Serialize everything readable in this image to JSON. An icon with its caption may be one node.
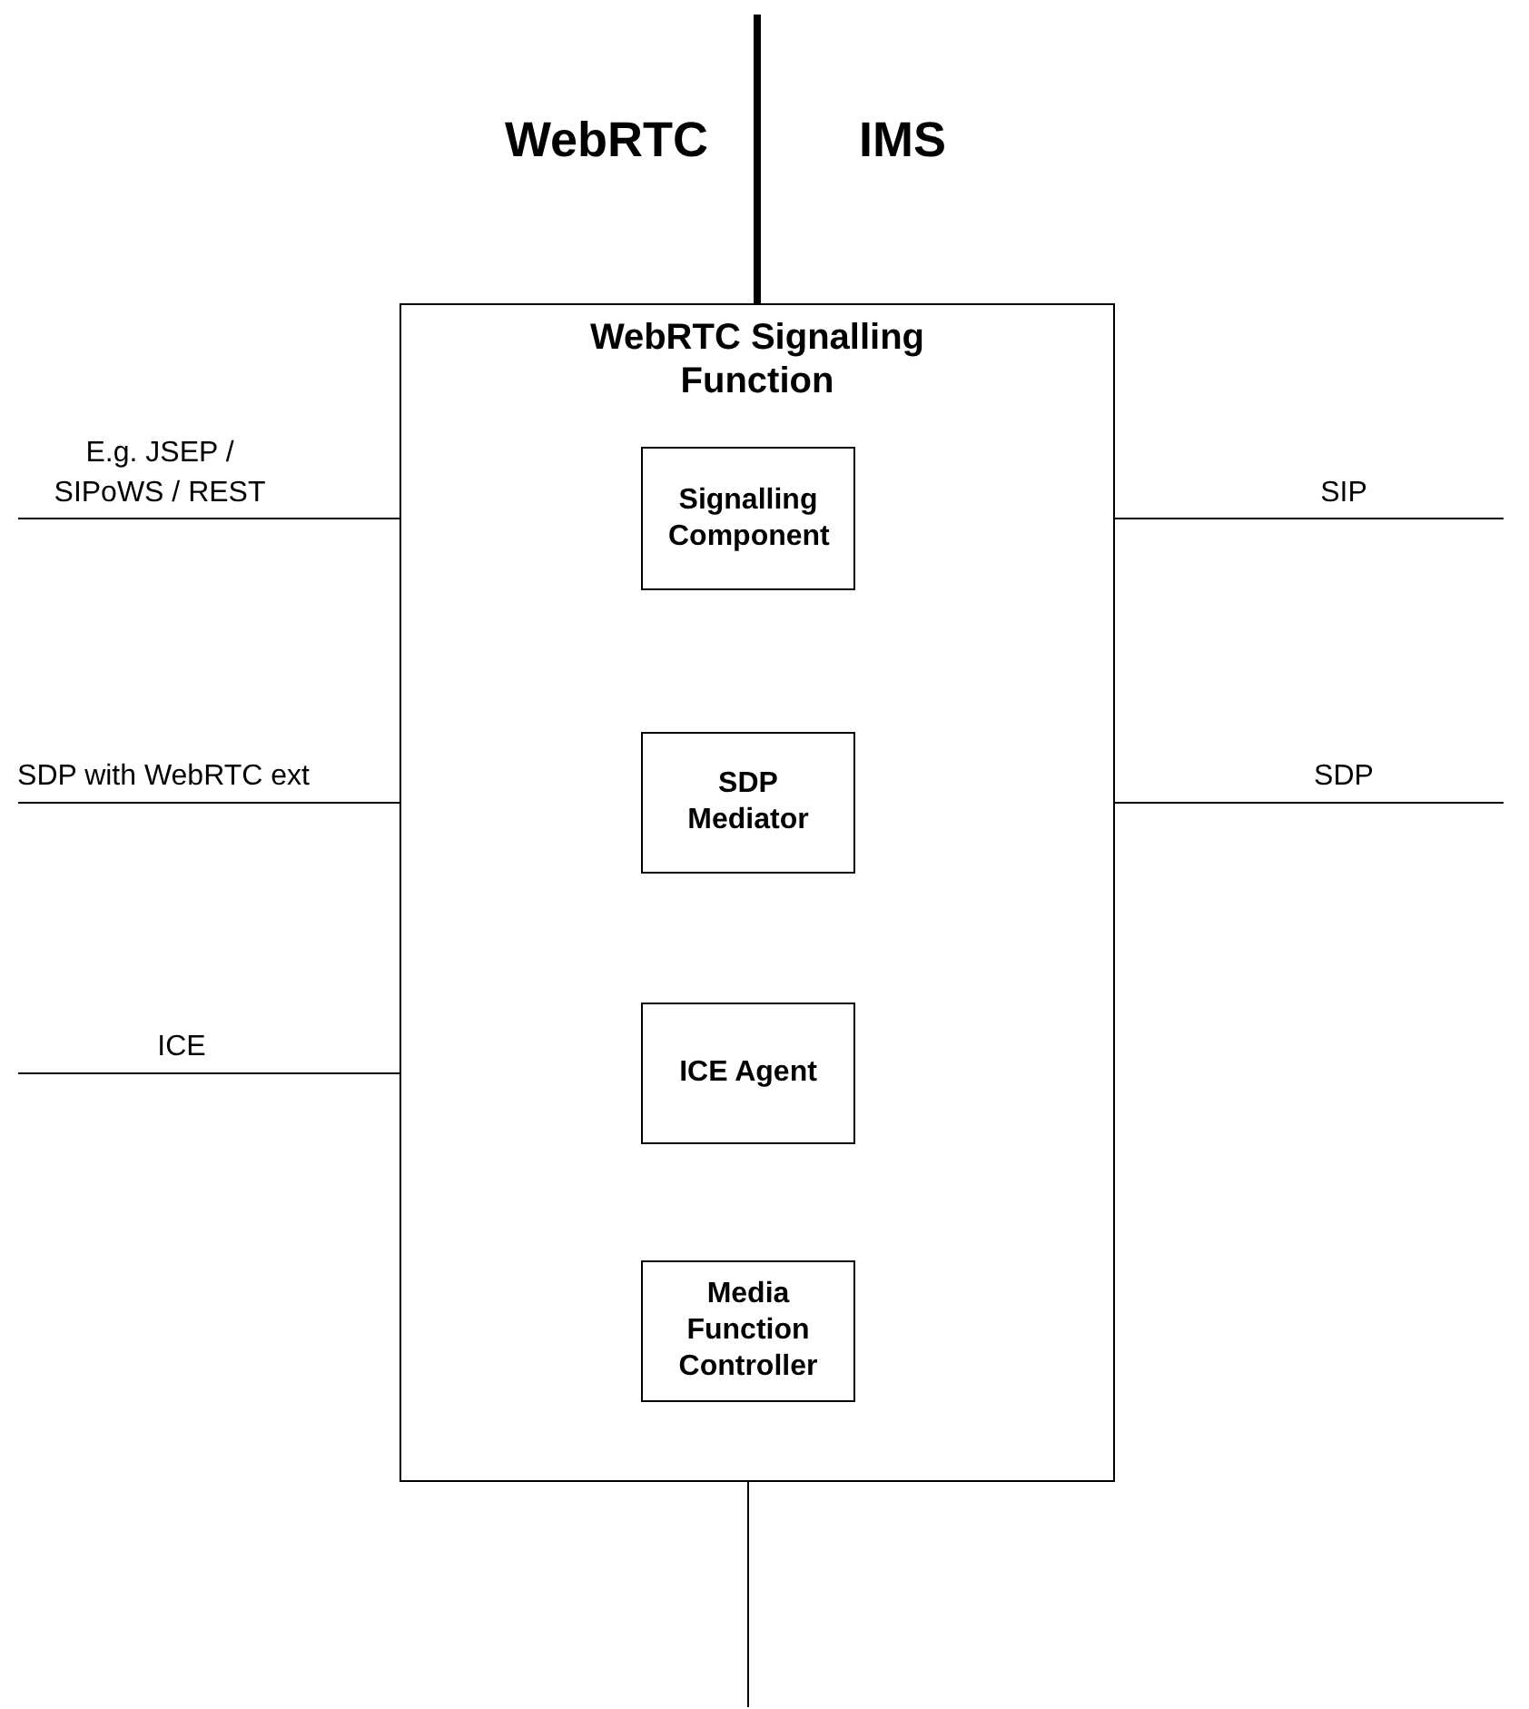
{
  "diagram": {
    "nodes": [
      {
        "text": [
          "WebRTC Signalling Function"
        ]
      },
      {
        "text": [
          "Signalling Component"
        ],
        "in": 0
      },
      {
        "text": [
          "SDP Mediator"
        ],
        "in": 0
      },
      {
        "text": [
          "ICE Agent"
        ],
        "in": 0
      },
      {
        "text": [
          "Media Function Controller"
        ],
        "in": 0
      }
    ],
    "edges": [
      {
        "from": null,
        "to": 1,
        "arrow": "none",
        "label": "E.g. JSEP / SIPoWS / REST"
      },
      {
        "from": 1,
        "to": null,
        "arrow": "none",
        "label": "SIP"
      },
      {
        "from": null,
        "to": 2,
        "arrow": "none",
        "label": "SDP with WebRTC ext"
      },
      {
        "from": 2,
        "to": null,
        "arrow": "none",
        "label": "SDP"
      },
      {
        "from": null,
        "to": 3,
        "arrow": "none",
        "label": "ICE"
      },
      {
        "from": 4,
        "to": null,
        "arrow": "none"
      },
      {
        "from": null,
        "to": 0,
        "arrow": "none",
        "style": "thick"
      }
    ],
    "labels": [
      "WebRTC",
      "IMS"
    ]
  }
}
